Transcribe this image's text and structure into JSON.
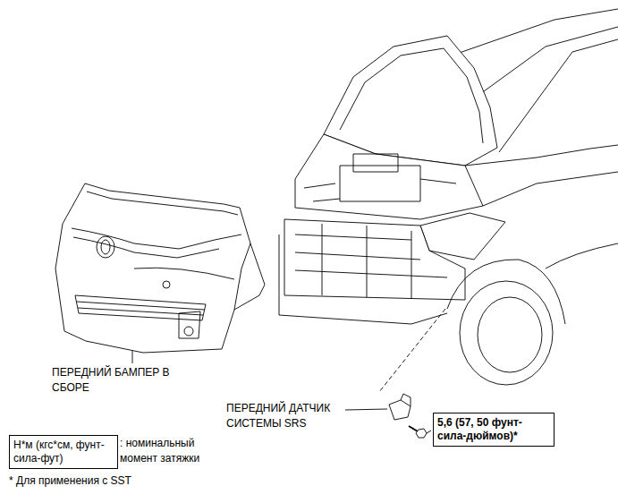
{
  "diagram": {
    "nodes": [
      {
        "text": [
          "5,6 (57, 50 фунт-сила-дюймов)*"
        ]
      },
      {
        "text": [
          "Н*м (кгс*см, фунт-сила-фут)"
        ]
      }
    ],
    "labels": [
      "ПЕРЕДНИЙ БАМПЕР В СБОРЕ",
      "ПЕРЕДНИЙ ДАТЧИК СИСТЕМЫ SRS",
      ": номинальный момент затяжки",
      "* Для применения с SST"
    ]
  }
}
